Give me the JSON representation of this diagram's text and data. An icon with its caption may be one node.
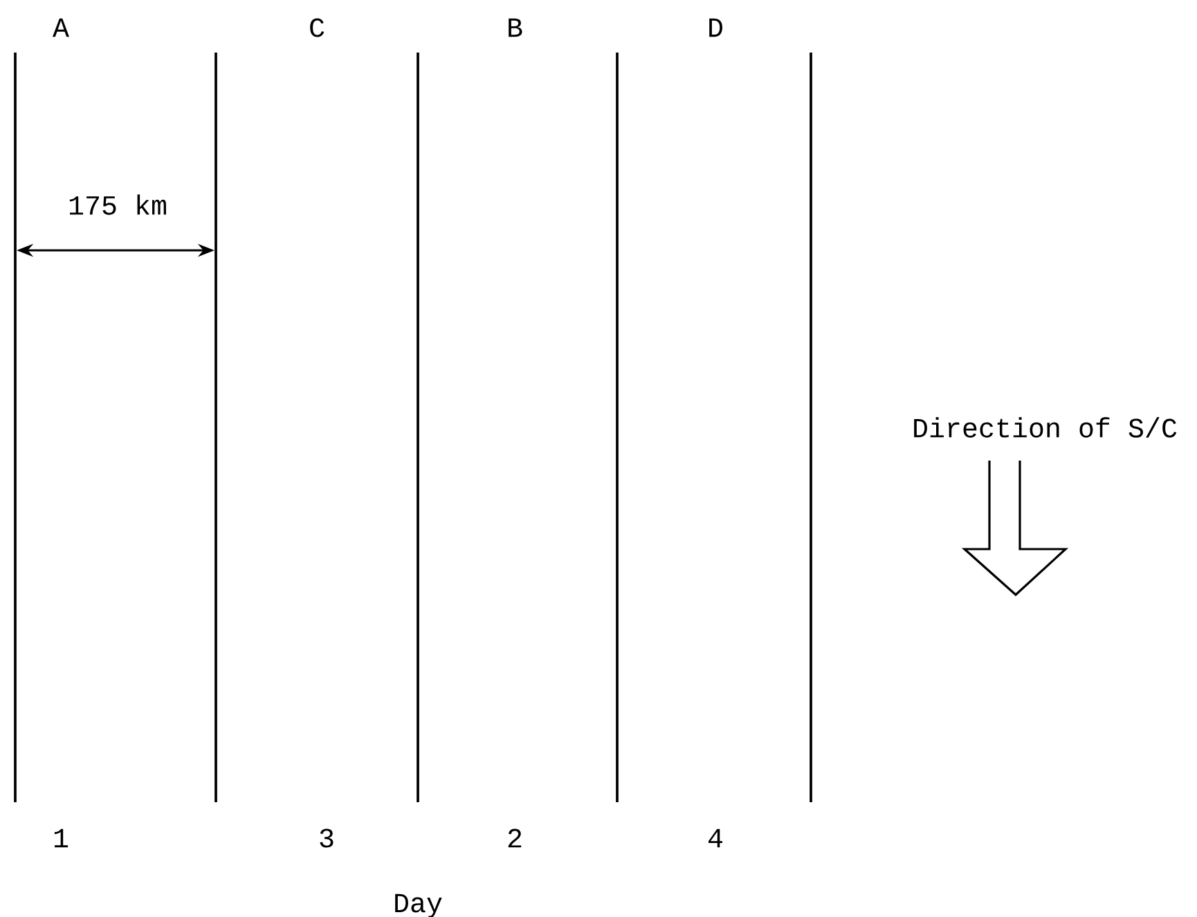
{
  "diagram": {
    "labels": [
      "A",
      "C",
      "B",
      "D",
      "175 km",
      "Direction of S/C",
      "1",
      "3",
      "2",
      "4",
      "Day"
    ]
  }
}
